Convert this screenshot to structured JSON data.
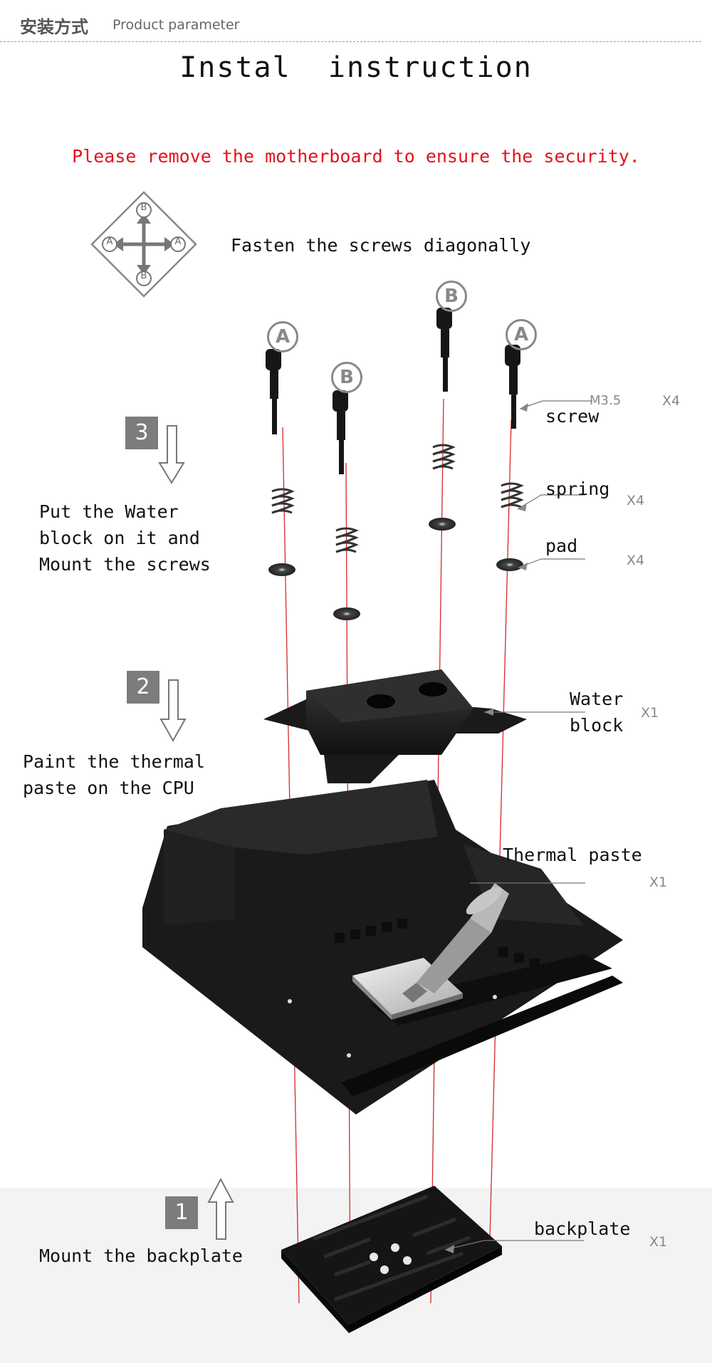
{
  "header": {
    "cn": "安装方式",
    "en": "Product parameter"
  },
  "title": "Instal  instruction",
  "warning": "Please remove the motherboard to ensure the security.",
  "diagonal": {
    "text": "Fasten the screws diagonally",
    "letters": [
      "A",
      "B"
    ]
  },
  "screw_letters": [
    "A",
    "B",
    "B",
    "A"
  ],
  "steps": [
    {
      "number": "3",
      "lines": [
        "Put the Water",
        "block on it and",
        "Mount the screws"
      ]
    },
    {
      "number": "2",
      "lines": [
        "Paint the thermal",
        "paste on the CPU"
      ]
    },
    {
      "number": "1",
      "lines": [
        "Mount the backplate"
      ]
    }
  ],
  "parts": {
    "screw": {
      "spec": "M3.5",
      "name": "screw",
      "qty": "X4"
    },
    "spring": {
      "name": "spring",
      "qty": "X4"
    },
    "pad": {
      "name": "pad",
      "qty": "X4"
    },
    "water_block": {
      "lines": [
        "Water",
        "block"
      ],
      "qty": "X1"
    },
    "thermal_paste": {
      "name": "Thermal paste",
      "qty": "X1"
    },
    "backplate": {
      "name": "backplate",
      "qty": "X1"
    }
  },
  "colors": {
    "warning": "#e3121b",
    "guide_line": "#d42a2a",
    "step_box": "#7c7c7c"
  }
}
